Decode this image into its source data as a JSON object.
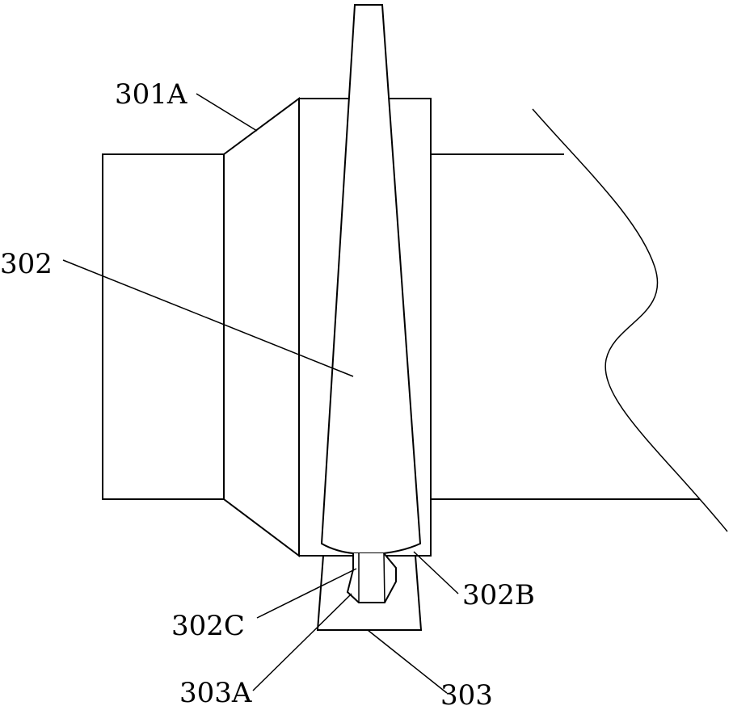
{
  "labels": {
    "l301A": "301A",
    "l302": "302",
    "l302B": "302B",
    "l302C": "302C",
    "l303A": "303A",
    "l303": "303"
  },
  "colors": {
    "stroke": "#000000",
    "background": "#ffffff"
  }
}
